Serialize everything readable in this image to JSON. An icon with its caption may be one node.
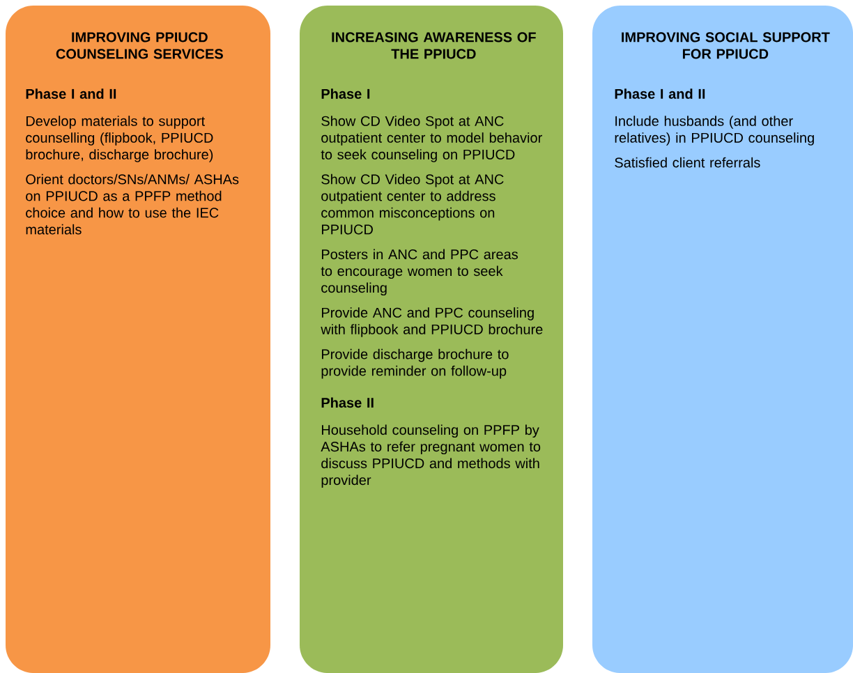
{
  "diagram": {
    "nodes": [
      {
        "text": [
          "IMPROVING PPIUCD COUNSELING SERVICES",
          "Phase I and II",
          "Develop materials to support counselling (flipbook, PPIUCD brochure, discharge brochure)",
          "Orient doctors/SNs/ANMs/ ASHAs on PPIUCD as a PPFP method choice and how to use the IEC materials"
        ]
      },
      {
        "text": [
          "INCREASING AWARENESS OF THE PPIUCD",
          "Phase I",
          "Show CD Video Spot at ANC outpatient center to model behavior to seek counseling on PPIUCD",
          "Show CD Video Spot at ANC outpatient center to address common misconceptions on PPIUCD",
          "Posters in ANC and PPC areas to encourage women to seek counseling",
          "Provide ANC and PPC counseling with flipbook and PPIUCD brochure",
          "Provide discharge brochure to provide reminder on follow-up",
          "Phase II",
          "Household counseling on PPFP by ASHAs to refer pregnant women to discuss PPIUCD and methods with provider"
        ]
      },
      {
        "text": [
          "IMPROVING SOCIAL SUPPORT FOR PPIUCD",
          "Phase I and II",
          "Include husbands (and other relatives) in PPIUCD counseling",
          "Satisfied client referrals"
        ]
      }
    ]
  }
}
